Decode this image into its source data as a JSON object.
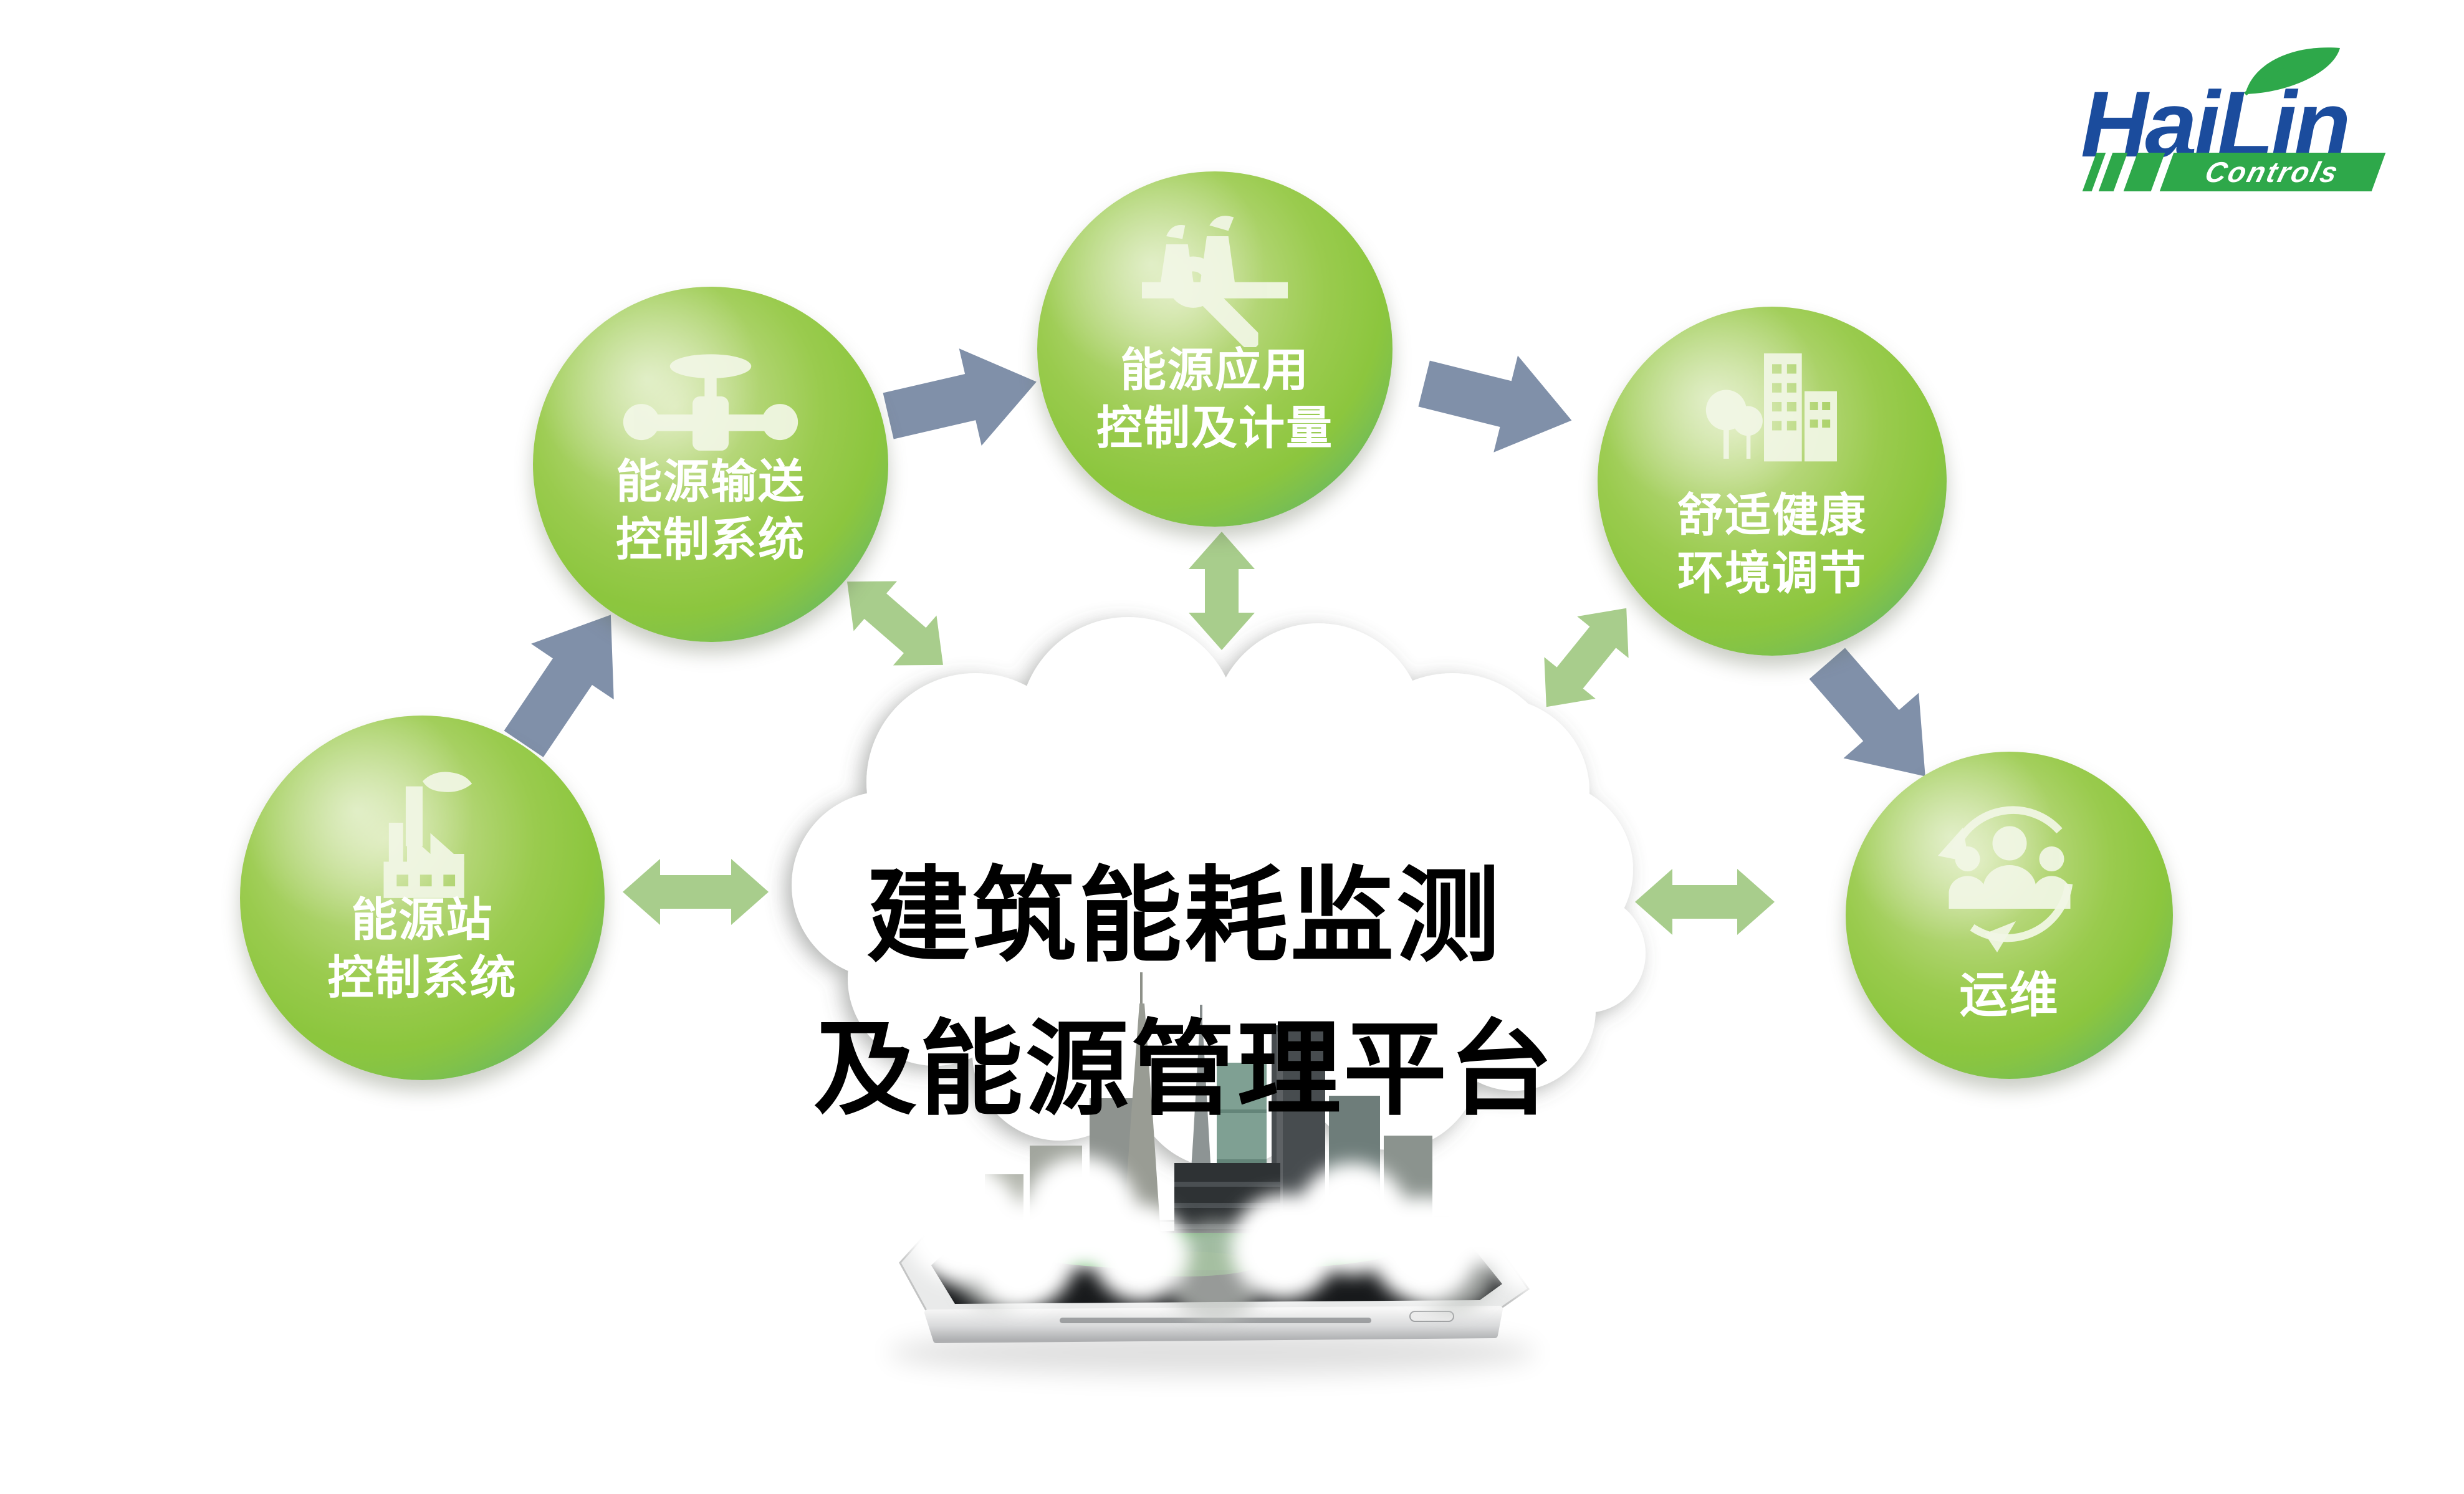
{
  "logo": {
    "brand": "HaiLin",
    "subbrand": "Controls"
  },
  "cloud": {
    "title_line1": "建筑能耗监测",
    "title_line2": "及能源管理平台"
  },
  "nodes": [
    {
      "id": "energy-station",
      "label_line1": "能源站",
      "label_line2": "控制系统",
      "icon": "factory-icon"
    },
    {
      "id": "energy-transmission",
      "label_line1": "能源输送",
      "label_line2": "控制系统",
      "icon": "valve-icon"
    },
    {
      "id": "energy-application",
      "label_line1": "能源应用",
      "label_line2": "控制及计量",
      "icon": "plant-wrench-icon"
    },
    {
      "id": "comfort-health",
      "label_line1": "舒适健康",
      "label_line2": "环境调节",
      "icon": "eco-buildings-icon"
    },
    {
      "id": "operation-maintenance",
      "label_line1": "运维",
      "label_line2": "",
      "icon": "team-cycle-icon"
    }
  ],
  "flows": [
    {
      "from": "能源站控制系统",
      "to": "能源输送控制系统",
      "type": "one-way"
    },
    {
      "from": "能源输送控制系统",
      "to": "能源应用控制及计量",
      "type": "one-way"
    },
    {
      "from": "能源应用控制及计量",
      "to": "舒适健康环境调节",
      "type": "one-way"
    },
    {
      "from": "舒适健康环境调节",
      "to": "运维",
      "type": "one-way"
    },
    {
      "from": "能源站控制系统",
      "to": "建筑能耗监测及能源管理平台",
      "type": "two-way"
    },
    {
      "from": "能源输送控制系统",
      "to": "建筑能耗监测及能源管理平台",
      "type": "two-way"
    },
    {
      "from": "能源应用控制及计量",
      "to": "建筑能耗监测及能源管理平台",
      "type": "two-way"
    },
    {
      "from": "舒适健康环境调节",
      "to": "建筑能耗监测及能源管理平台",
      "type": "two-way"
    },
    {
      "from": "运维",
      "to": "建筑能耗监测及能源管理平台",
      "type": "two-way"
    }
  ],
  "colors": {
    "node_green": "#8cc63e",
    "node_teal": "#2fa68f",
    "arrow_gray_blue": "#8090a9",
    "arrow_green": "#a8cd8c",
    "logo_blue": "#1b4c9d",
    "logo_green": "#2ea84a",
    "cloud_text": "#000000"
  }
}
